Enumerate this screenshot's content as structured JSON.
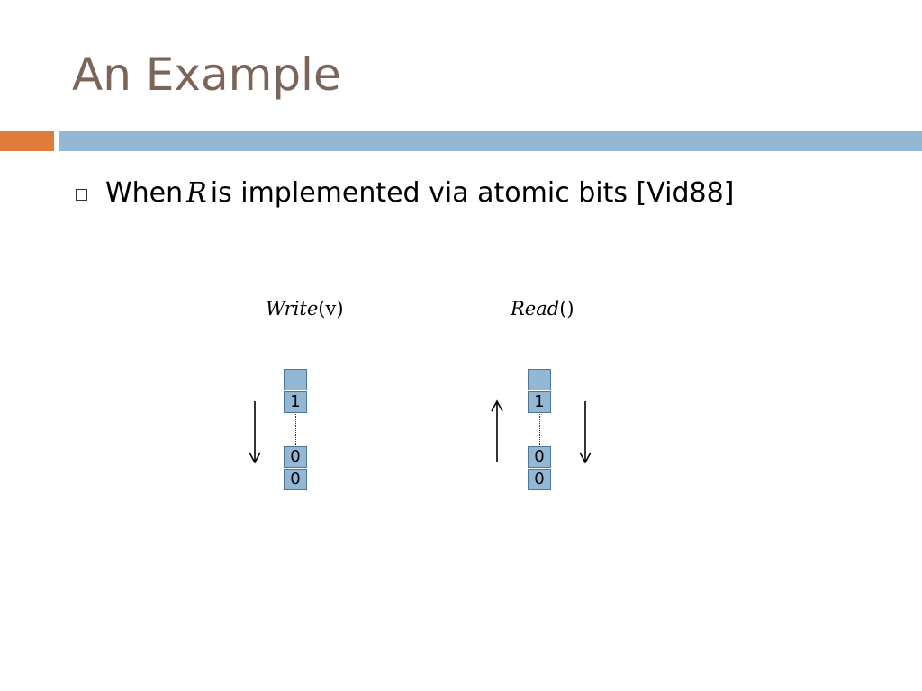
{
  "slide": {
    "title": "An Example",
    "bullet": {
      "before": "When",
      "symbol": "R",
      "after": "is implemented via atomic bits [Vid88]"
    }
  },
  "diagram": {
    "write": {
      "label_fn": "Write",
      "label_args": "(v)",
      "cells": [
        "",
        "1",
        "0",
        "0"
      ],
      "arrows": [
        "down"
      ]
    },
    "read": {
      "label_fn": "Read",
      "label_args": "()",
      "cells": [
        "",
        "1",
        "0",
        "0"
      ],
      "arrows": [
        "up",
        "down"
      ]
    }
  }
}
